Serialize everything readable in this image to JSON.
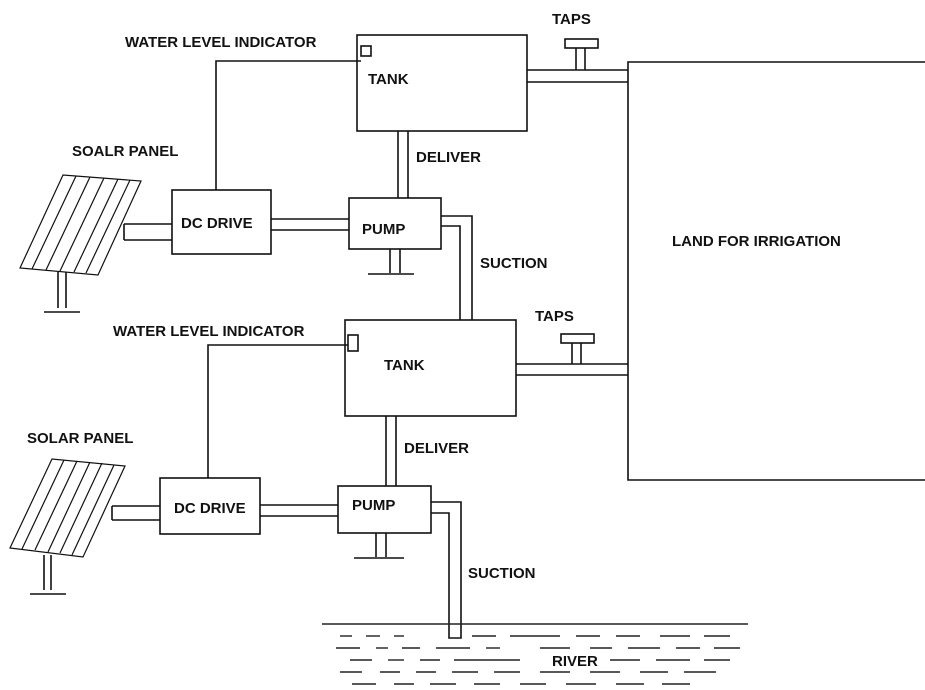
{
  "labels": {
    "upper_indicator": "WATER LEVEL INDICATOR",
    "upper_tank": "TANK",
    "upper_taps": "TAPS",
    "upper_deliver": "DELIVER",
    "upper_panel": "SOALR PANEL",
    "upper_drive": "DC DRIVE",
    "upper_pump": "PUMP",
    "upper_suction": "SUCTION",
    "land": "LAND FOR IRRIGATION",
    "lower_indicator": "WATER LEVEL INDICATOR",
    "lower_tank": "TANK",
    "lower_taps": "TAPS",
    "lower_deliver": "DELIVER",
    "lower_panel": "SOLAR PANEL",
    "lower_drive": "DC DRIVE",
    "lower_pump": "PUMP",
    "lower_suction": "SUCTION",
    "river": "RIVER"
  },
  "colors": {
    "stroke": "#111111",
    "background": "#ffffff"
  }
}
